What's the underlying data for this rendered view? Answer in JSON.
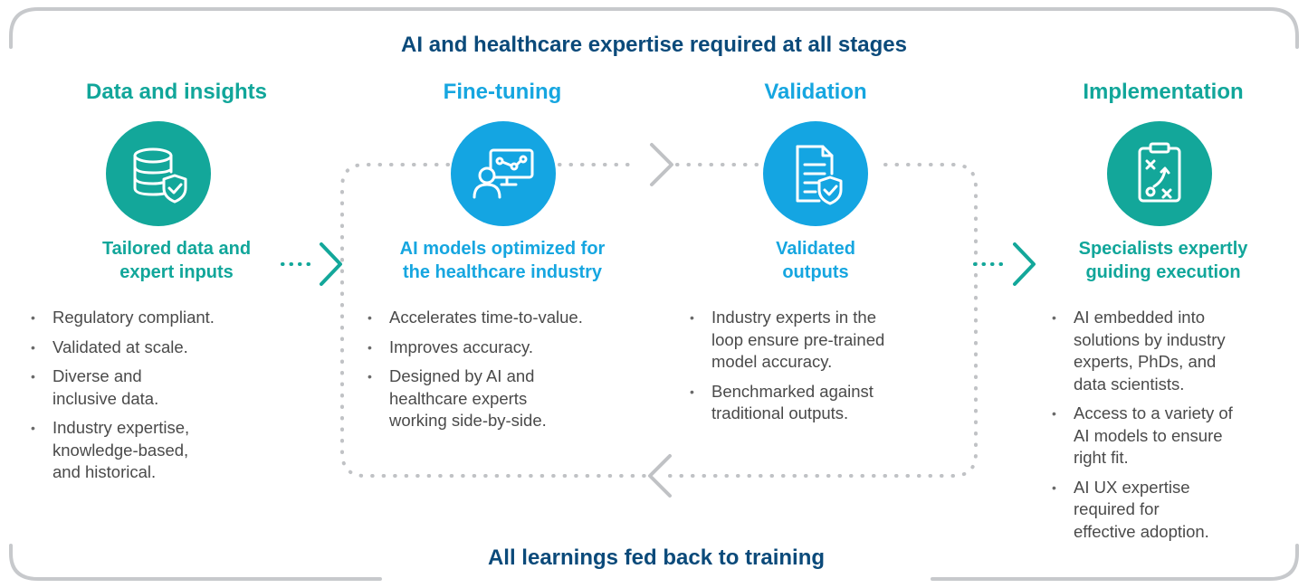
{
  "colors": {
    "navy": "#0b4a7a",
    "teal": "#13a79a",
    "blue": "#14a5e2",
    "frame_gray": "#c7c9cc",
    "dots_gray": "#c0c2c5"
  },
  "header": {
    "title": "AI and healthcare expertise required at all stages"
  },
  "footer": {
    "caption": "All learnings fed back to training"
  },
  "stages": [
    {
      "title": "Data and insights",
      "icon": "database-shield-icon",
      "subhead_line1": "Tailored data and",
      "subhead_line2": "expert inputs",
      "bullets": [
        [
          "Regulatory compliant."
        ],
        [
          "Validated at scale."
        ],
        [
          "Diverse and",
          "inclusive data."
        ],
        [
          "Industry expertise,",
          "knowledge-based,",
          "and historical."
        ]
      ]
    },
    {
      "title": "Fine-tuning",
      "icon": "person-dashboard-icon",
      "subhead_line1": "AI models optimized for",
      "subhead_line2": "the healthcare industry",
      "bullets": [
        [
          "Accelerates time-to-value."
        ],
        [
          "Improves accuracy."
        ],
        [
          "Designed by AI and",
          "healthcare experts",
          "working side-by-side."
        ]
      ]
    },
    {
      "title": "Validation",
      "icon": "document-shield-icon",
      "subhead_line1": "Validated",
      "subhead_line2": "outputs",
      "bullets": [
        [
          "Industry experts in the",
          "loop ensure pre-trained",
          "model accuracy."
        ],
        [
          "Benchmarked against",
          "traditional outputs."
        ]
      ]
    },
    {
      "title": "Implementation",
      "icon": "clipboard-strategy-icon",
      "subhead_line1": "Specialists expertly",
      "subhead_line2": "guiding execution",
      "bullets": [
        [
          "AI embedded into",
          "solutions by industry",
          "experts, PhDs, and",
          "data scientists."
        ],
        [
          "Access to a variety of",
          "AI models to ensure",
          "right fit."
        ],
        [
          "AI UX expertise",
          "required for",
          "effective adoption."
        ]
      ]
    }
  ]
}
